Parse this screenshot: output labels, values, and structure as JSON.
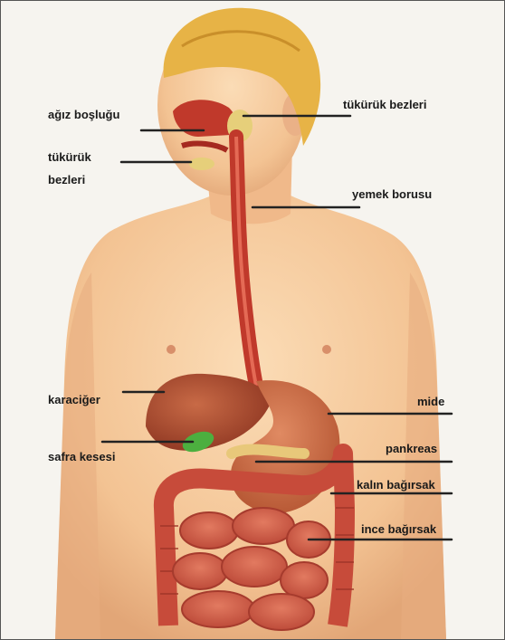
{
  "labels": {
    "mouth": "ağız boşluğu",
    "salivary_right": "tükürük bezleri",
    "salivary_left_line1": "tükürük",
    "salivary_left_line2": "bezleri",
    "esophagus": "yemek borusu",
    "liver": "karaciğer",
    "stomach": "mide",
    "gallbladder": "safra kesesi",
    "pancreas": "pankreas",
    "large_intestine": "kalın bağırsak",
    "small_intestine": "ince bağırsak"
  },
  "colors": {
    "skin": "#f6c89a",
    "skin_shadow": "#e3a878",
    "hair": "#e8b64a",
    "organ_red": "#c0392b",
    "liver": "#a84a2c",
    "stomach": "#c8704a",
    "gallbladder": "#4caf3f",
    "pancreas": "#e8c87a",
    "intestine": "#d1604a",
    "salivary": "#e6cf7a",
    "leader_line": "#222222"
  }
}
